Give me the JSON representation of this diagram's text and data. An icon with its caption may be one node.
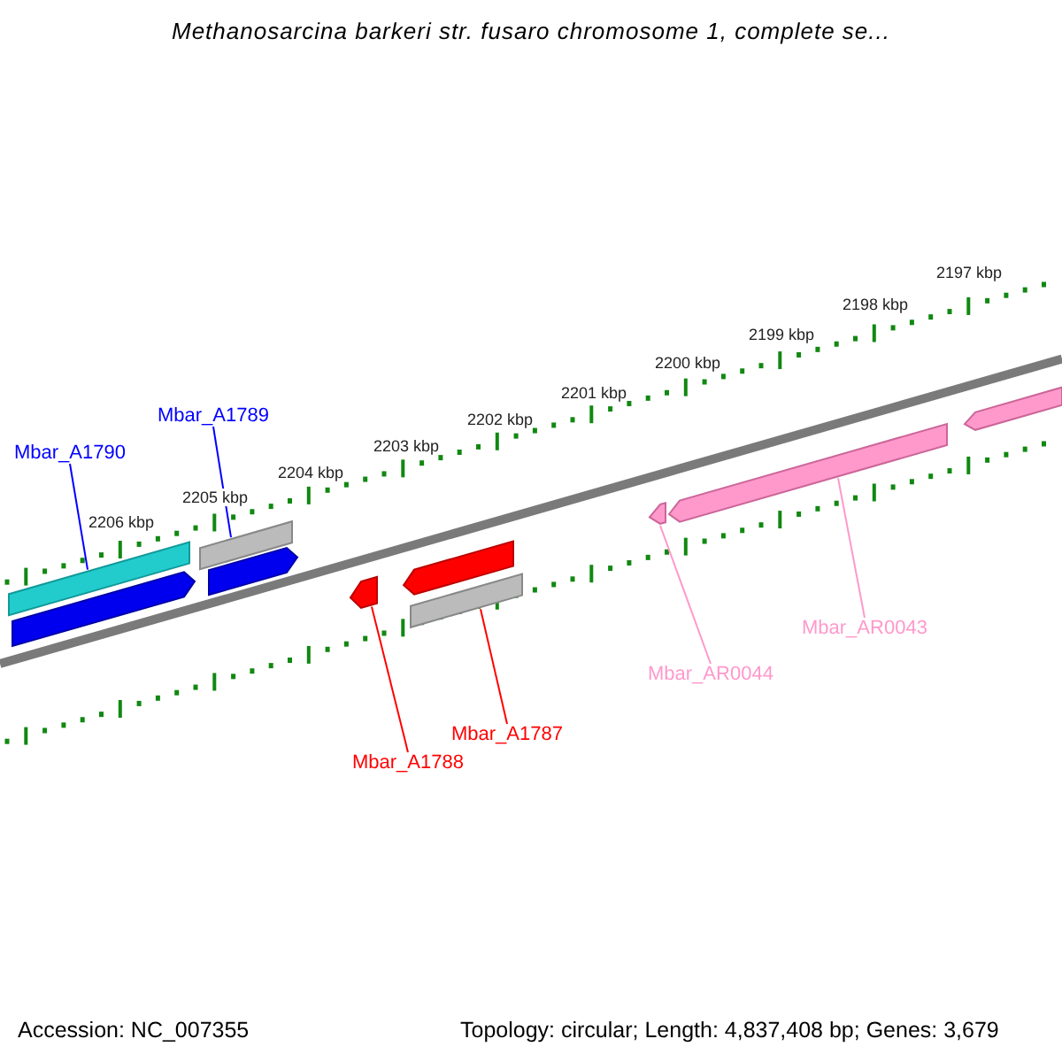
{
  "diagram": {
    "title": "Methanosarcina barkeri str. fusaro chromosome 1, complete se...",
    "nodes": [
      {
        "text": [
          "Mbar_A1790"
        ]
      },
      {
        "text": [
          "Mbar_A1789"
        ]
      },
      {
        "text": [
          "Mbar_A1788"
        ]
      },
      {
        "text": [
          "Mbar_A1787"
        ]
      },
      {
        "text": [
          "Mbar_AR0044"
        ]
      },
      {
        "text": [
          "Mbar_AR0043"
        ]
      },
      {
        "text": [],
        "shape": "bar"
      },
      {
        "text": [],
        "shape": "bar"
      },
      {
        "text": [],
        "shape": "bar"
      },
      {
        "text": [],
        "shape": "bar"
      },
      {
        "text": [],
        "shape": "bar"
      },
      {
        "text": [],
        "shape": "bar"
      },
      {
        "text": [],
        "shape": "bar"
      },
      {
        "text": [],
        "shape": "bar"
      },
      {
        "text": [],
        "shape": "bar"
      },
      {
        "text": [],
        "shape": "bar"
      }
    ],
    "edges": [
      {
        "from": 0,
        "to": 6,
        "arrow": "none",
        "color": "#0000ff"
      },
      {
        "from": 1,
        "to": 8,
        "arrow": "none",
        "color": "#0000ff"
      },
      {
        "from": 2,
        "to": 10,
        "arrow": "none",
        "color": "#ff0000"
      },
      {
        "from": 3,
        "to": 12,
        "arrow": "none",
        "color": "#ff0000"
      },
      {
        "from": 4,
        "to": 13,
        "arrow": "none",
        "color": "#ff99cc"
      },
      {
        "from": 5,
        "to": 14,
        "arrow": "none",
        "color": "#ff99cc"
      }
    ],
    "labels": [
      "2206 kbp",
      "2205 kbp",
      "2204 kbp",
      "2203 kbp",
      "2202 kbp",
      "2201 kbp",
      "2200 kbp",
      "2199 kbp",
      "2198 kbp",
      "2197 kbp",
      "Accession: NC_007355",
      "Topology: circular; Length: 4,837,408 bp; Genes: 3,679"
    ]
  }
}
